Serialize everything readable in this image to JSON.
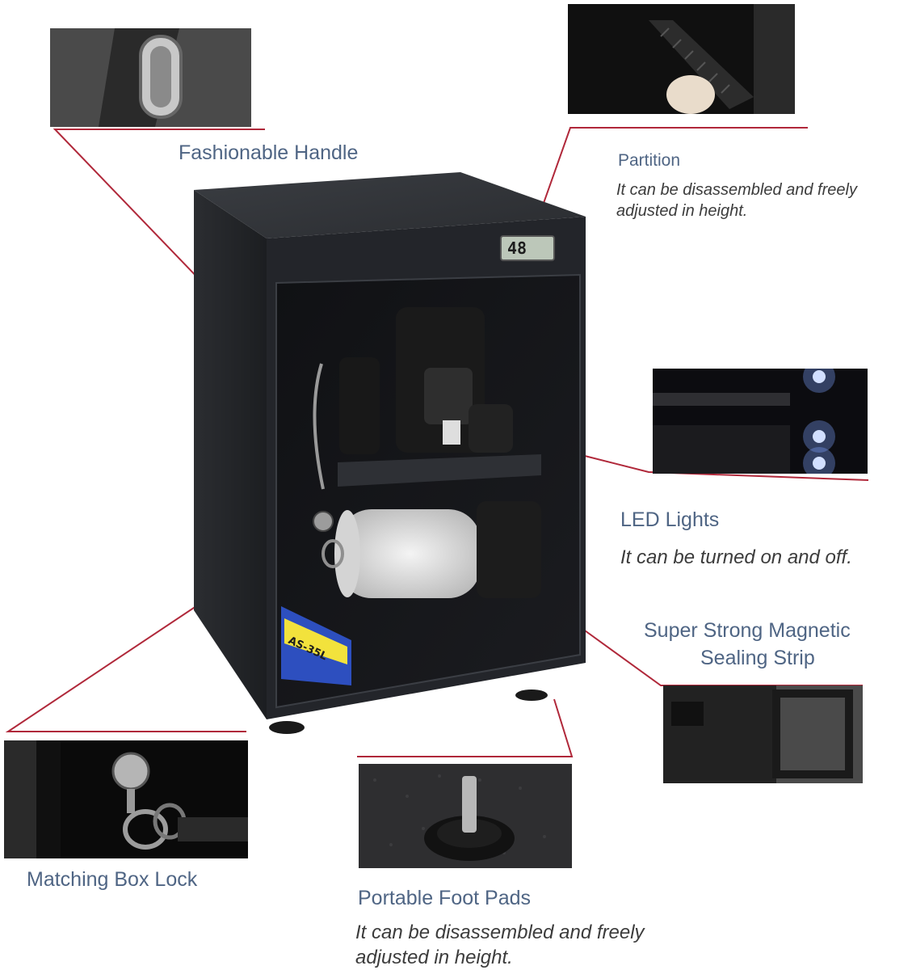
{
  "callouts": {
    "handle": {
      "label": "Fashionable Handle"
    },
    "partition": {
      "label": "Partition",
      "desc": "It can be disassembled and freely adjusted in height."
    },
    "led": {
      "label": "LED Lights",
      "desc": "It can be turned on and off."
    },
    "seal": {
      "label_line1": "Super Strong Magnetic",
      "label_line2": "Sealing Strip"
    },
    "lock": {
      "label": "Matching Box Lock"
    },
    "feet": {
      "label": "Portable Foot Pads",
      "desc": "It can be disassembled and freely adjusted in height."
    }
  },
  "cabinet": {
    "display_reading": "48",
    "sticker_model": "AS-35L"
  },
  "colors": {
    "callout_line": "#b0283a",
    "label_text": "#4f6584",
    "cabinet_body": "#26282c"
  }
}
